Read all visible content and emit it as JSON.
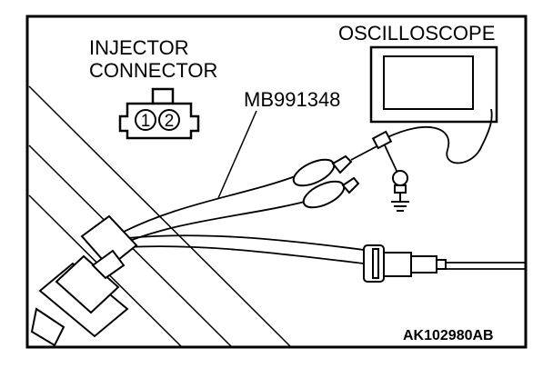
{
  "diagram": {
    "labels": {
      "oscilloscope": "OSCILLOSCOPE",
      "injector_line1": "INJECTOR",
      "injector_line2": "CONNECTOR",
      "tool": "MB991348",
      "pin1": "1",
      "pin2": "2",
      "figure_code": "AK102980AB"
    },
    "colors": {
      "line": "#000000",
      "background": "#ffffff"
    },
    "icons": [
      "injector-connector-icon",
      "oscilloscope-icon",
      "test-lamp-icon",
      "ground-symbol-icon",
      "alligator-clip-icon"
    ]
  }
}
